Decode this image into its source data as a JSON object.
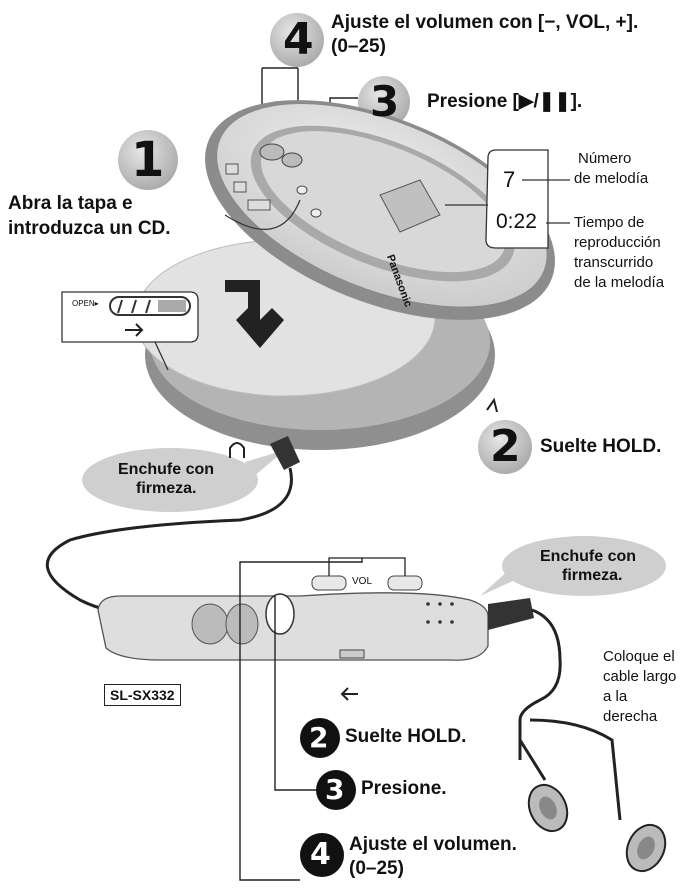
{
  "steps_top": {
    "step4_text": "Ajuste el volumen con [−, VOL, +].",
    "step4_range": "(0–25)",
    "step3_text": "Presione [▶/❚❚].",
    "step1_line1": "Abra la tapa e",
    "step1_line2": "introduzca un CD.",
    "step2_text": "Suelte HOLD.",
    "open_label": "OPEN▸"
  },
  "numbers": {
    "one": "1",
    "two": "2",
    "three": "3",
    "four": "4"
  },
  "display": {
    "track_value": "7",
    "time_value": "0:22",
    "track_label_1": "Número",
    "track_label_2": "de melodía",
    "time_label_1": "Tiempo de",
    "time_label_2": "reproducción",
    "time_label_3": "transcurrido",
    "time_label_4": "de la melodía"
  },
  "player": {
    "brand": "Panasonic"
  },
  "callouts": {
    "plug_left_1": "Enchufe con",
    "plug_left_2": "firmeza.",
    "plug_right_1": "Enchufe con",
    "plug_right_2": "firmeza."
  },
  "remote": {
    "model": "SL-SX332",
    "vol_label": "VOL",
    "cable_note_1": "Coloque el",
    "cable_note_2": "cable largo",
    "cable_note_3": "a la",
    "cable_note_4": "derecha"
  },
  "steps_bottom": {
    "step2_text": "Suelte HOLD.",
    "step3_text": "Presione.",
    "step4_text": "Ajuste el volumen.",
    "step4_range": "(0–25)"
  }
}
